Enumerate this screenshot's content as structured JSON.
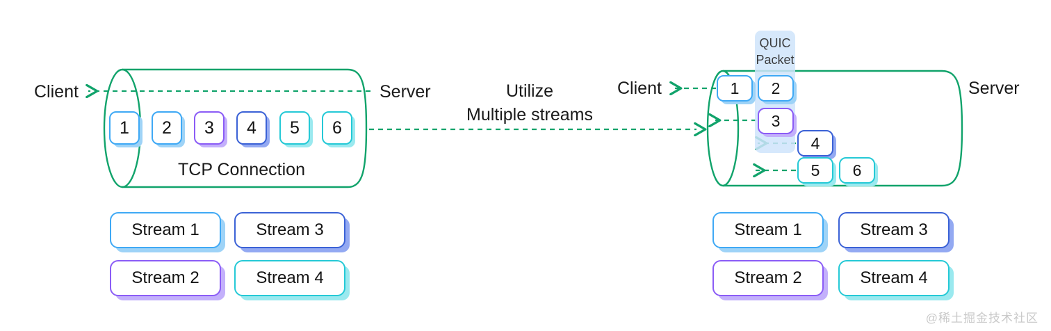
{
  "diagram": {
    "title_watermark": "@稀土掘金技术社区",
    "accent_green": "#11a36b",
    "colors": {
      "blue": "#3fa9f5",
      "purple": "#8b5cf6",
      "indigo": "#3b62d6",
      "cyan": "#25c9d6",
      "quic_band": "#cfe4fb",
      "text": "#141414"
    }
  },
  "left_panel": {
    "client_label": "Client",
    "server_label": "Server",
    "connection_label": "TCP Connection",
    "packets": [
      {
        "label": "1",
        "color": "blue"
      },
      {
        "label": "2",
        "color": "blue"
      },
      {
        "label": "3",
        "color": "purple"
      },
      {
        "label": "4",
        "color": "indigo"
      },
      {
        "label": "5",
        "color": "cyan"
      },
      {
        "label": "6",
        "color": "cyan"
      }
    ],
    "streams": [
      {
        "label": "Stream 1",
        "color": "blue"
      },
      {
        "label": "Stream 3",
        "color": "indigo"
      },
      {
        "label": "Stream 2",
        "color": "purple"
      },
      {
        "label": "Stream 4",
        "color": "cyan"
      }
    ]
  },
  "middle": {
    "caption_line1": "Utilize",
    "caption_line2": "Multiple streams"
  },
  "right_panel": {
    "client_label": "Client",
    "server_label": "Server",
    "quic_packet_label": "QUIC\nPacket",
    "quic_packet_line1": "QUIC",
    "quic_packet_line2": "Packet",
    "packets": [
      {
        "label": "1",
        "color": "blue"
      },
      {
        "label": "2",
        "color": "blue"
      },
      {
        "label": "3",
        "color": "purple"
      },
      {
        "label": "4",
        "color": "indigo"
      },
      {
        "label": "5",
        "color": "cyan"
      },
      {
        "label": "6",
        "color": "cyan"
      }
    ],
    "streams": [
      {
        "label": "Stream 1",
        "color": "blue"
      },
      {
        "label": "Stream 3",
        "color": "indigo"
      },
      {
        "label": "Stream 2",
        "color": "purple"
      },
      {
        "label": "Stream 4",
        "color": "cyan"
      }
    ]
  }
}
